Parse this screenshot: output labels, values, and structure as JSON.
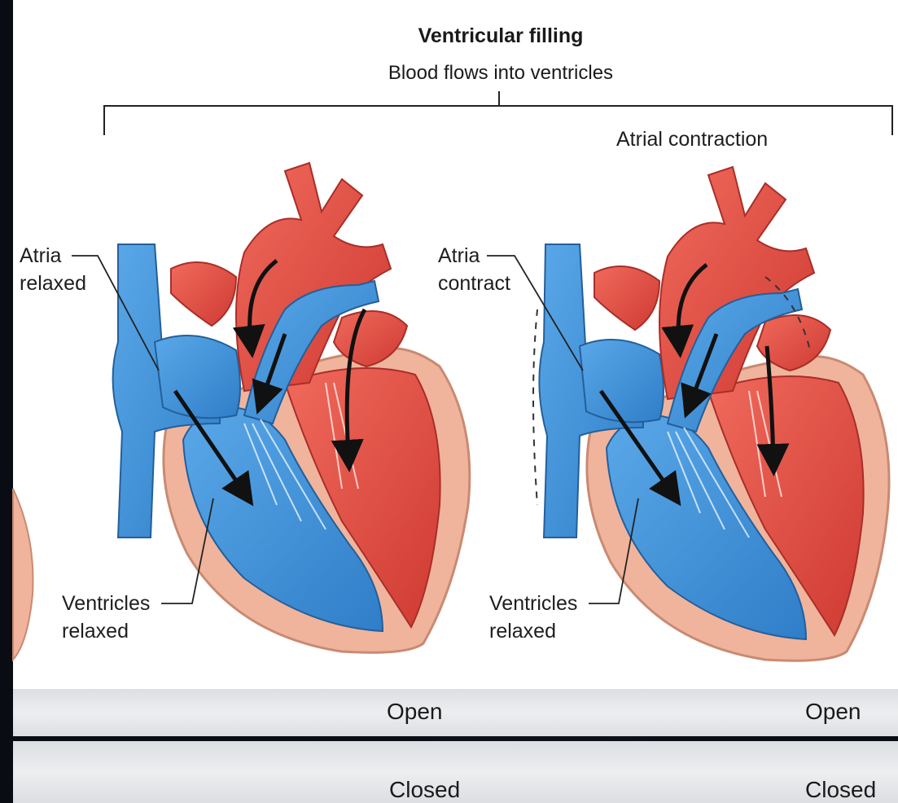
{
  "header": {
    "title": "Ventricular filling",
    "subtitle": "Blood flows into ventricles"
  },
  "right_panel": {
    "caption": "Atrial contraction"
  },
  "labels": {
    "left_atria_line1": "Atria",
    "left_atria_line2": "relaxed",
    "left_ventricles_line1": "Ventricles",
    "left_ventricles_line2": "relaxed",
    "right_atria_line1": "Atria",
    "right_atria_line2": "contract",
    "right_ventricles_line1": "Ventricles",
    "right_ventricles_line2": "relaxed"
  },
  "valve_rows": [
    {
      "left": "Open",
      "right": "Open"
    },
    {
      "left": "Closed",
      "right": "Closed"
    }
  ],
  "colors": {
    "deoxygenated": "#3d8fd6",
    "oxygenated": "#e0463c",
    "myocardium": "#f0b49c",
    "arrow": "#111111"
  }
}
